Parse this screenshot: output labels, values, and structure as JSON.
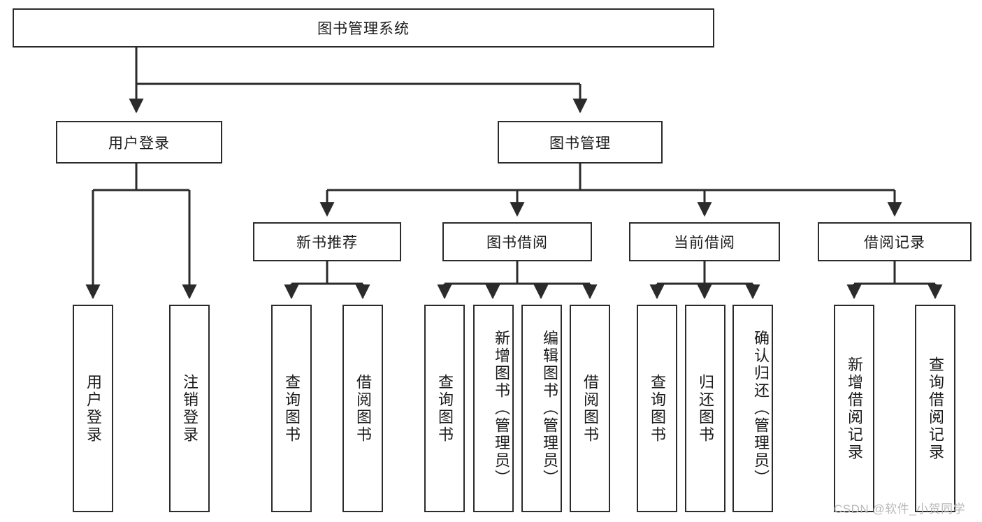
{
  "diagram": {
    "title": "图书管理系统",
    "type": "tree-hierarchy",
    "root": {
      "label": "图书管理系统"
    },
    "level1": [
      {
        "label": "用户登录"
      },
      {
        "label": "图书管理"
      }
    ],
    "level2": [
      {
        "label": "新书推荐",
        "parent": "图书管理"
      },
      {
        "label": "图书借阅",
        "parent": "图书管理"
      },
      {
        "label": "当前借阅",
        "parent": "图书管理"
      },
      {
        "label": "借阅记录",
        "parent": "图书管理"
      }
    ],
    "leaves": {
      "user_login": [
        {
          "label": "用户登录"
        },
        {
          "label": "注销登录"
        }
      ],
      "new_book_recommend": [
        {
          "label": "查询图书"
        },
        {
          "label": "借阅图书"
        }
      ],
      "book_borrow": [
        {
          "label": "查询图书"
        },
        {
          "label": "新增图书（管理员）"
        },
        {
          "label": "编辑图书（管理员）"
        },
        {
          "label": "借阅图书"
        }
      ],
      "current_borrow": [
        {
          "label": "查询图书"
        },
        {
          "label": "归还图书"
        },
        {
          "label": "确认归还（管理员）"
        }
      ],
      "borrow_record": [
        {
          "label": "新增借阅记录"
        },
        {
          "label": "查询借阅记录"
        }
      ]
    }
  },
  "watermark": {
    "text": "CSDN @软件_小贺同学"
  },
  "colors": {
    "stroke": "#2b2b2b",
    "background": "#ffffff",
    "text": "#1a1a1a",
    "watermark": "#b9b9b9"
  }
}
